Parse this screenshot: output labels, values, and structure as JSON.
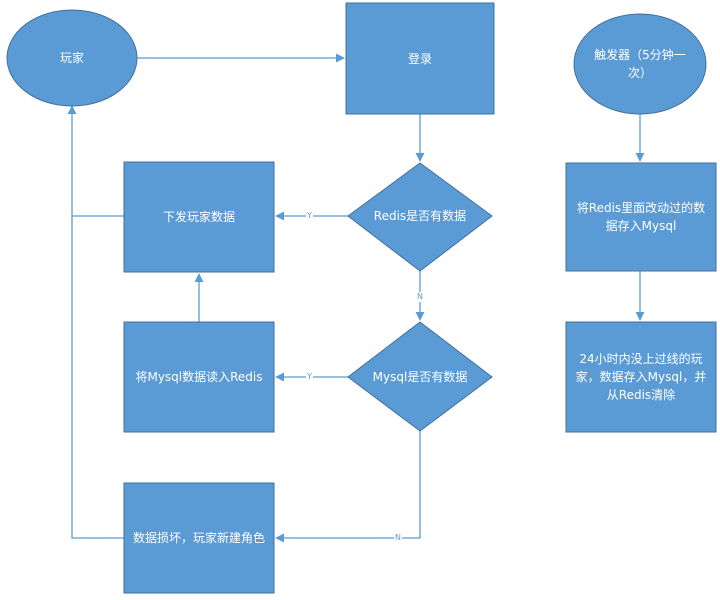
{
  "colors": {
    "node_fill": "#5b9bd5",
    "node_stroke": "#41719c",
    "edge": "#5b9bd5",
    "text": "#ffffff"
  },
  "nodes": {
    "player": "玩家",
    "login": "登录",
    "redis_has_data": "Redis是否有数据",
    "send_player_data": "下发玩家数据",
    "mysql_has_data": "Mysql是否有数据",
    "load_mysql_to_redis": "将Mysql数据读入Redis",
    "data_corrupt_new_role": "数据损坏，玩家新建角色",
    "trigger_5min": "触发器（5分钟一次）",
    "save_redis_changes_to_mysql": "将Redis里面改动过的数据存入Mysql",
    "offline_24h_save_and_clear": "24小时内没上过线的玩家，数据存入Mysql，并从Redis清除"
  },
  "edge_labels": {
    "redis_yes": "Y",
    "redis_no": "N",
    "mysql_yes": "Y",
    "mysql_no": "N"
  }
}
